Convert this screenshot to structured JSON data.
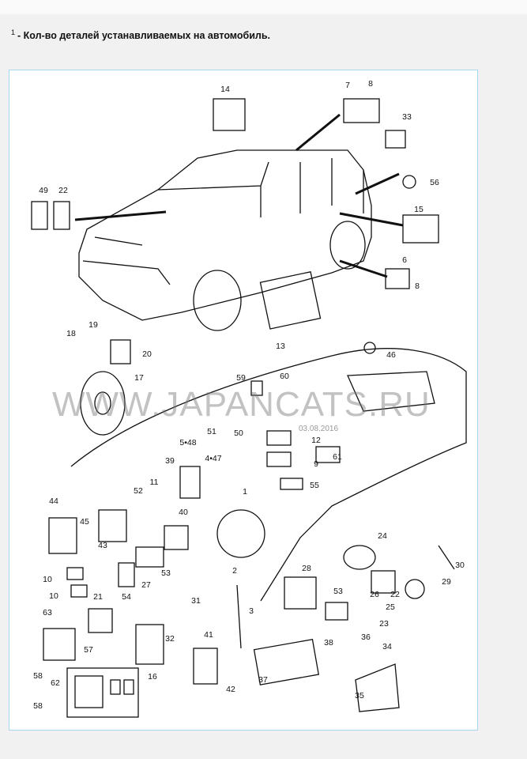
{
  "footnote": {
    "marker": "1",
    "text": "- Кол-во деталей устанавливаемых на автомобиль."
  },
  "diagram": {
    "watermark": "WWW.JAPANCATS.RU",
    "date": "03.08.2016",
    "labels": [
      "14",
      "7",
      "8",
      "33",
      "56",
      "49",
      "22",
      "15",
      "6",
      "8",
      "13",
      "18",
      "19",
      "20",
      "46",
      "59",
      "60",
      "17",
      "51",
      "5•48",
      "50",
      "12",
      "9",
      "61",
      "39",
      "4•47",
      "55",
      "11",
      "52",
      "1",
      "40",
      "44",
      "45",
      "43",
      "24",
      "30",
      "28",
      "2",
      "53",
      "27",
      "54",
      "10",
      "10",
      "21",
      "31",
      "3",
      "26",
      "22",
      "25",
      "23",
      "29",
      "53",
      "63",
      "41",
      "32",
      "38",
      "36",
      "34",
      "57",
      "16",
      "37",
      "58",
      "62",
      "42",
      "35",
      "58"
    ]
  }
}
